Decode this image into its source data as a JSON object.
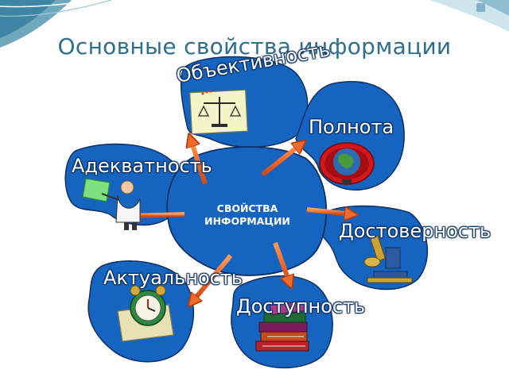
{
  "title": "Основные свойства информации",
  "center": {
    "line1": "СВОЙСТВА",
    "line2": "ИНФОРМАЦИИ"
  },
  "properties": [
    {
      "label": "Объективность",
      "icon": "scales-icon"
    },
    {
      "label": "Полнота",
      "icon": "globe-icon"
    },
    {
      "label": "Адекватность",
      "icon": "teacher-icon"
    },
    {
      "label": "Достоверность",
      "icon": "microscope-icon"
    },
    {
      "label": "Актуальность",
      "icon": "alarm-clock-icon"
    },
    {
      "label": "Доступность",
      "icon": "books-icon"
    }
  ],
  "colors": {
    "title": "#2e6f8e",
    "blob_fill": "#1565c0",
    "blob_stroke": "#0b2f63",
    "arrow_fill": "#f46a2a",
    "arrow_stroke": "#b23c10",
    "decor": "#5f9fb5"
  }
}
